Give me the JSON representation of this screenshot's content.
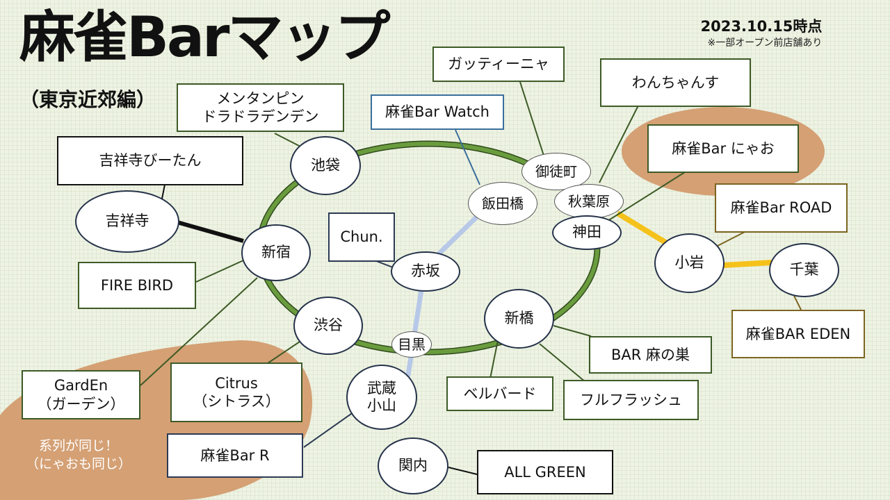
{
  "header": {
    "title": "麻雀Barマップ",
    "subtitle": "（東京近郊編）",
    "date": "2023.10.15時点",
    "note": "※一部オープン前店舗あり"
  },
  "annotation": {
    "line1": "系列が同じ！",
    "line2": "（にゃおも同じ）"
  },
  "stations": {
    "kichijoji": "吉祥寺",
    "shinjuku": "新宿",
    "ikebukuro": "池袋",
    "shibuya": "渋谷",
    "meguro": "目黒",
    "musashi_koyama_1": "武蔵",
    "musashi_koyama_2": "小山",
    "akasaka": "赤坂",
    "iidabashi": "飯田橋",
    "okachimachi": "御徒町",
    "akihabara": "秋葉原",
    "kanda": "神田",
    "shinbashi": "新橋",
    "koiwa": "小岩",
    "chiba": "千葉",
    "kannai": "関内"
  },
  "bars": {
    "mentanpin_1": "メンタンピン",
    "mentanpin_2": "ドラドラデンデン",
    "kichijoji_bitan": "吉祥寺びーたん",
    "fire_bird": "FIRE BIRD",
    "garden_1": "GardEn",
    "garden_2": "（ガーデン）",
    "citrus_1": "Citrus",
    "citrus_2": "（シトラス）",
    "mahjong_bar_r": "麻雀Bar R",
    "chun": "Chun.",
    "mahjong_bar_watch": "麻雀Bar Watch",
    "gattinya": "ガッティーニャ",
    "wanchansu": "わんちゃんす",
    "mahjong_bar_nyao": "麻雀Bar にゃお",
    "mahjong_bar_road": "麻雀Bar ROAD",
    "mahjong_bar_eden": "麻雀BAR EDEN",
    "bar_asa_no_su": "BAR 麻の巣",
    "full_flush": "フルフラッシュ",
    "velvet": "ベルバード",
    "all_green": "ALL GREEN"
  },
  "colors": {
    "loop_line": "#6a9c3e",
    "loop_outline": "#2f4a1c",
    "blue_line": "#b7c8e8",
    "yellow_line": "#f5c21b",
    "black_line": "#111111",
    "highlight": "#d4a074"
  }
}
